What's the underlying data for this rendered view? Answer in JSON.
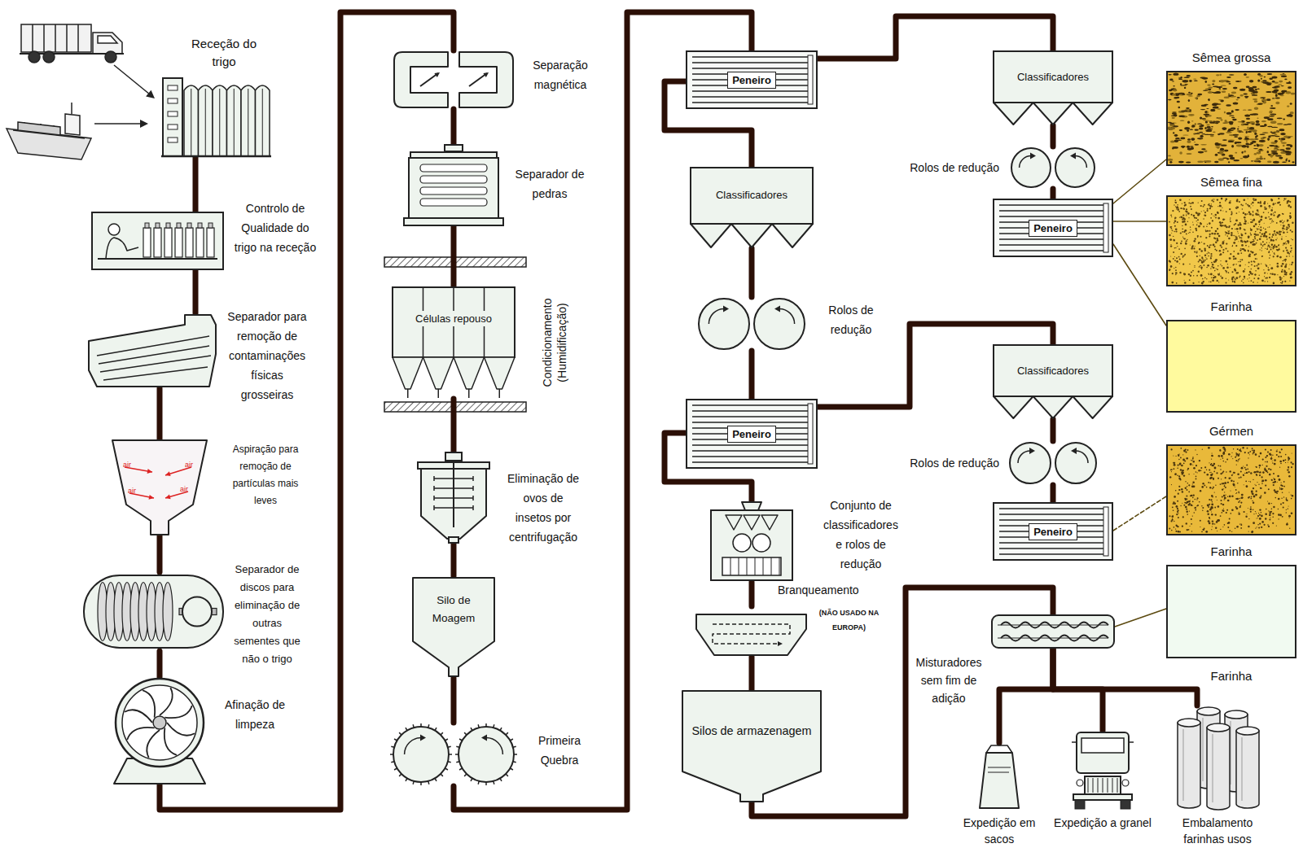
{
  "diagram": {
    "nodes": [
      {
        "text": [
          "Receção do trigo"
        ]
      },
      {
        "text": [
          "Controlo de Qualidade do trigo na receção"
        ]
      },
      {
        "text": [
          "Separador para remoção de contaminações físicas grosseiras"
        ]
      },
      {
        "text": [
          "Aspiração para remoção de partículas mais leves"
        ]
      },
      {
        "text": [
          "Separador de discos para eliminação de outras sementes que não o trigo"
        ]
      },
      {
        "text": [
          "Afinação de limpeza"
        ]
      },
      {
        "text": [
          "Separação magnética"
        ]
      },
      {
        "text": [
          "Separador de pedras"
        ]
      },
      {
        "text": [
          "Células repouso",
          "Condicionamento (Humidificação)"
        ]
      },
      {
        "text": [
          "Eliminação de ovos de insetos por centrifugação"
        ]
      },
      {
        "text": [
          "Silo de Moagem"
        ]
      },
      {
        "text": [
          "Primeira Quebra"
        ]
      },
      {
        "text": [
          "Peneiro"
        ]
      },
      {
        "text": [
          "Classificadores"
        ]
      },
      {
        "text": [
          "Rolos de redução"
        ]
      },
      {
        "text": [
          "Peneiro"
        ]
      },
      {
        "text": [
          "Conjunto de classificadores e rolos de redução"
        ]
      },
      {
        "text": [
          "Branqueamento",
          "(NÃO USADO NA EUROPA)"
        ]
      },
      {
        "text": [
          "Silos de armazenagem"
        ]
      },
      {
        "text": [
          "Classificadores"
        ]
      },
      {
        "text": [
          "Rolos de redução"
        ]
      },
      {
        "text": [
          "Peneiro"
        ]
      },
      {
        "text": [
          "Classificadores"
        ]
      },
      {
        "text": [
          "Rolos de redução"
        ]
      },
      {
        "text": [
          "Peneiro"
        ]
      },
      {
        "text": [
          "Misturadores sem fim de adição"
        ]
      },
      {
        "text": [
          "Expedição em sacos"
        ]
      },
      {
        "text": [
          "Expedição a granel"
        ]
      },
      {
        "text": [
          "Embalamento farinhas usos"
        ]
      },
      {
        "text": [
          "Sêmea grossa"
        ]
      },
      {
        "text": [
          "Sêmea fina"
        ]
      },
      {
        "text": [
          "Farinha"
        ]
      },
      {
        "text": [
          "Gérmen"
        ]
      },
      {
        "text": [
          "Farinha"
        ]
      }
    ],
    "edges": [
      {
        "from": 0,
        "to": 1,
        "arrow": "none"
      },
      {
        "from": 1,
        "to": 2,
        "arrow": "none"
      },
      {
        "from": 2,
        "to": 3,
        "arrow": "none"
      },
      {
        "from": 3,
        "to": 4,
        "arrow": "none"
      },
      {
        "from": 4,
        "to": 5,
        "arrow": "none"
      },
      {
        "from": 5,
        "to": 6,
        "arrow": "none"
      },
      {
        "from": 6,
        "to": 7,
        "arrow": "none"
      },
      {
        "from": 7,
        "to": 8,
        "arrow": "none"
      },
      {
        "from": 8,
        "to": 9,
        "arrow": "none"
      },
      {
        "from": 9,
        "to": 10,
        "arrow": "none"
      },
      {
        "from": 10,
        "to": 11,
        "arrow": "none"
      },
      {
        "from": 11,
        "to": 12,
        "arrow": "none"
      },
      {
        "from": 12,
        "to": 13,
        "arrow": "none"
      },
      {
        "from": 12,
        "to": 19,
        "arrow": "none"
      },
      {
        "from": 13,
        "to": 14,
        "arrow": "none"
      },
      {
        "from": 14,
        "to": 15,
        "arrow": "none"
      },
      {
        "from": 15,
        "to": 16,
        "arrow": "none"
      },
      {
        "from": 15,
        "to": 22,
        "arrow": "none"
      },
      {
        "from": 16,
        "to": 17,
        "arrow": "none"
      },
      {
        "from": 17,
        "to": 18,
        "arrow": "none"
      },
      {
        "from": 18,
        "to": 25,
        "arrow": "none"
      },
      {
        "from": 19,
        "to": 20,
        "arrow": "none"
      },
      {
        "from": 20,
        "to": 21,
        "arrow": "none"
      },
      {
        "from": 22,
        "to": 23,
        "arrow": "none"
      },
      {
        "from": 23,
        "to": 24,
        "arrow": "none"
      },
      {
        "from": 25,
        "to": 26,
        "arrow": "none"
      },
      {
        "from": 25,
        "to": 27,
        "arrow": "none"
      },
      {
        "from": 25,
        "to": 28,
        "arrow": "none"
      },
      {
        "from": 21,
        "to": 29,
        "arrow": "none"
      },
      {
        "from": 21,
        "to": 30,
        "arrow": "none"
      },
      {
        "from": 21,
        "to": 31,
        "arrow": "none"
      },
      {
        "from": 24,
        "to": 32,
        "arrow": "none"
      },
      {
        "from": 25,
        "to": 33,
        "arrow": "none"
      }
    ],
    "labels": [
      "air",
      "air",
      "air",
      "air",
      "Farinha"
    ]
  }
}
